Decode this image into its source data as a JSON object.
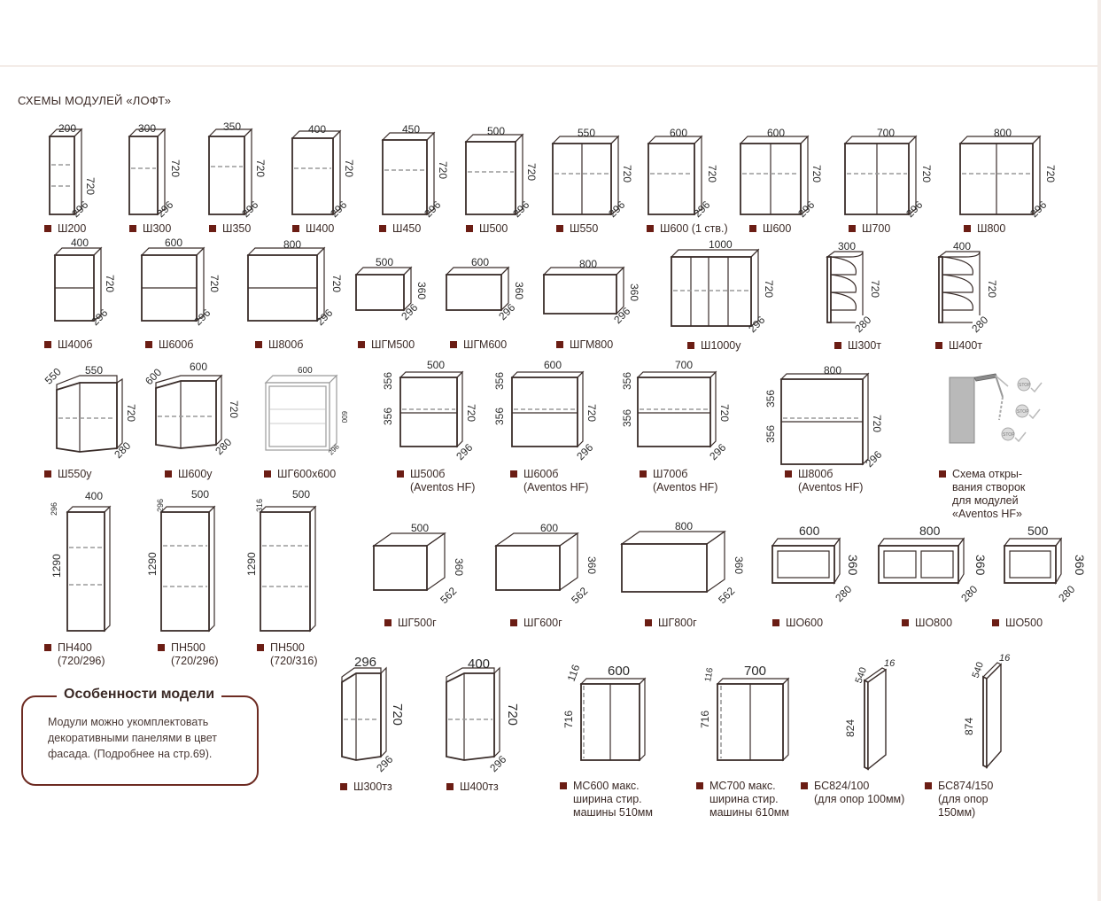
{
  "page": {
    "title": "СХЕМЫ МОДУЛЕЙ «ЛОФТ»",
    "accent_color": "#6b1d14"
  },
  "modules": [
    {
      "name": "Ш200",
      "dims": [
        "200",
        "720",
        "296"
      ]
    },
    {
      "name": "Ш300",
      "dims": [
        "300",
        "720",
        "296"
      ]
    },
    {
      "name": "Ш350",
      "dims": [
        "350",
        "720",
        "296"
      ]
    },
    {
      "name": "Ш400",
      "dims": [
        "400",
        "720",
        "296"
      ]
    },
    {
      "name": "Ш450",
      "dims": [
        "450",
        "720",
        "296"
      ]
    },
    {
      "name": "Ш500",
      "dims": [
        "500",
        "720",
        "296"
      ]
    },
    {
      "name": "Ш550",
      "dims": [
        "550",
        "720",
        "296"
      ]
    },
    {
      "name": "Ш600 (1 ств.)",
      "dims": [
        "600",
        "720",
        "296"
      ]
    },
    {
      "name": "Ш600",
      "dims": [
        "600",
        "720",
        "296"
      ]
    },
    {
      "name": "Ш700",
      "dims": [
        "700",
        "720",
        "296"
      ]
    },
    {
      "name": "Ш800",
      "dims": [
        "800",
        "720",
        "296"
      ]
    },
    {
      "name": "Ш400б",
      "dims": [
        "400",
        "720",
        "296"
      ]
    },
    {
      "name": "Ш600б",
      "dims": [
        "600",
        "720",
        "296"
      ]
    },
    {
      "name": "Ш800б",
      "dims": [
        "800",
        "720",
        "296"
      ]
    },
    {
      "name": "ШГМ500",
      "dims": [
        "500",
        "360",
        "296"
      ]
    },
    {
      "name": "ШГМ600",
      "dims": [
        "600",
        "360",
        "296"
      ]
    },
    {
      "name": "ШГМ800",
      "dims": [
        "800",
        "360",
        "296"
      ]
    },
    {
      "name": "Ш1000у",
      "dims": [
        "1000",
        "720",
        "296"
      ]
    },
    {
      "name": "Ш300т",
      "dims": [
        "300",
        "720",
        "280"
      ]
    },
    {
      "name": "Ш400т",
      "dims": [
        "400",
        "720",
        "280"
      ]
    },
    {
      "name": "Ш550у",
      "dims": [
        "550",
        "550",
        "720",
        "280"
      ]
    },
    {
      "name": "Ш600у",
      "dims": [
        "600",
        "600",
        "720",
        "280"
      ]
    },
    {
      "name": "ШГ600х600",
      "dims": [
        "600",
        "600",
        "296"
      ]
    },
    {
      "name": "Ш500б",
      "sub": "(Aventos HF)",
      "dims": [
        "500",
        "356",
        "356",
        "720",
        "296"
      ]
    },
    {
      "name": "Ш600б",
      "sub": "(Aventos HF)",
      "dims": [
        "600",
        "356",
        "356",
        "720",
        "296"
      ]
    },
    {
      "name": "Ш700б",
      "sub": "(Aventos HF)",
      "dims": [
        "700",
        "356",
        "356",
        "720",
        "296"
      ]
    },
    {
      "name": "Ш800б",
      "sub": "(Aventos HF)",
      "dims": [
        "800",
        "356",
        "356",
        "720",
        "296"
      ]
    },
    {
      "name": "ПН400",
      "sub": "(720/296)",
      "dims": [
        "400",
        "296",
        "1290"
      ]
    },
    {
      "name": "ПН500",
      "sub": "(720/296)",
      "dims": [
        "500",
        "296",
        "1290"
      ]
    },
    {
      "name": "ПН500",
      "sub": "(720/316)",
      "dims": [
        "500",
        "316",
        "1290"
      ]
    },
    {
      "name": "ШГ500г",
      "dims": [
        "500",
        "360",
        "562"
      ]
    },
    {
      "name": "ШГ600г",
      "dims": [
        "600",
        "360",
        "562"
      ]
    },
    {
      "name": "ШГ800г",
      "dims": [
        "800",
        "360",
        "562"
      ]
    },
    {
      "name": "ШО600",
      "dims": [
        "600",
        "360",
        "280"
      ]
    },
    {
      "name": "ШО800",
      "dims": [
        "800",
        "360",
        "280"
      ]
    },
    {
      "name": "ШО500",
      "dims": [
        "500",
        "360",
        "280"
      ]
    },
    {
      "name": "Ш300тз",
      "dims": [
        "296",
        "720",
        "296"
      ]
    },
    {
      "name": "Ш400тз",
      "dims": [
        "400",
        "720",
        "296"
      ]
    },
    {
      "name": "МС600 макс.",
      "sub": "ширина стир.",
      "sub2": "машины 510мм",
      "dims": [
        "116",
        "600",
        "716"
      ]
    },
    {
      "name": "МС700 макс.",
      "sub": "ширина стир.",
      "sub2": "машины 610мм",
      "dims": [
        "116",
        "700",
        "716"
      ]
    },
    {
      "name": "БС824/100",
      "sub": "(для опор 100мм)",
      "dims": [
        "540",
        "16",
        "824"
      ]
    },
    {
      "name": "БС874/150",
      "sub": "(для опор",
      "sub2": "150мм)",
      "dims": [
        "540",
        "16",
        "874"
      ]
    }
  ],
  "aventos_note": {
    "line1": "Схема откры-",
    "line2": "вания створок",
    "line3": "для модулей",
    "line4": "«Aventos HF»",
    "stop": "STOP"
  },
  "features": {
    "title": "Особенности модели",
    "text": "Модули можно укомплектовать декоративными панелями в цвет фасада. (Подробнее на стр.69)."
  }
}
